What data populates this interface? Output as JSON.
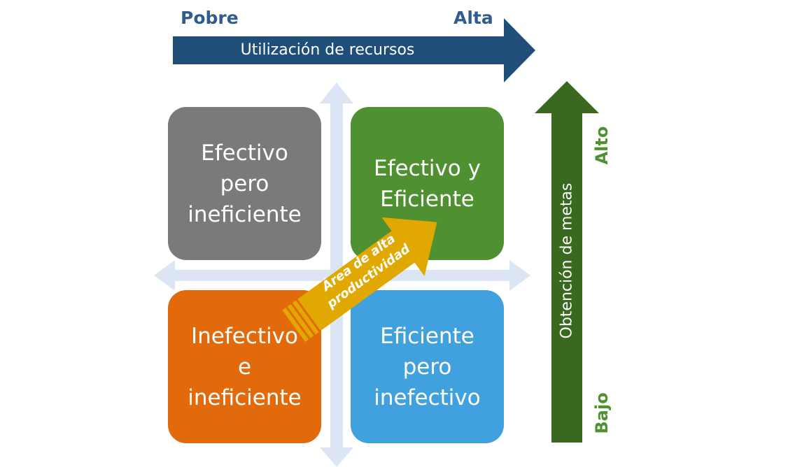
{
  "top_axis": {
    "low_label": "Pobre",
    "high_label": "Alta",
    "caption": "Utilización de recursos",
    "color": "#1f4e79"
  },
  "right_axis": {
    "caption": "Obtención de metas",
    "high_label": "Alto",
    "low_label": "Bajo",
    "color": "#38691f"
  },
  "quadrants": {
    "top_left": {
      "text": "Efectivo\npero\nineficiente",
      "color": "#7a7a7a"
    },
    "top_right": {
      "text": "Efectivo y\nEficiente",
      "color": "#4f9130"
    },
    "bottom_left": {
      "text": "Inefectivo\ne\nineficiente",
      "color": "#e36a0a"
    },
    "bottom_right": {
      "text": "Eficiente\npero\ninefectivo",
      "color": "#41a1de"
    }
  },
  "productivity_arrow": {
    "text": "Área de alta\nproductividad",
    "color": "#e0a800"
  },
  "cross_color": "#dbe5f3"
}
